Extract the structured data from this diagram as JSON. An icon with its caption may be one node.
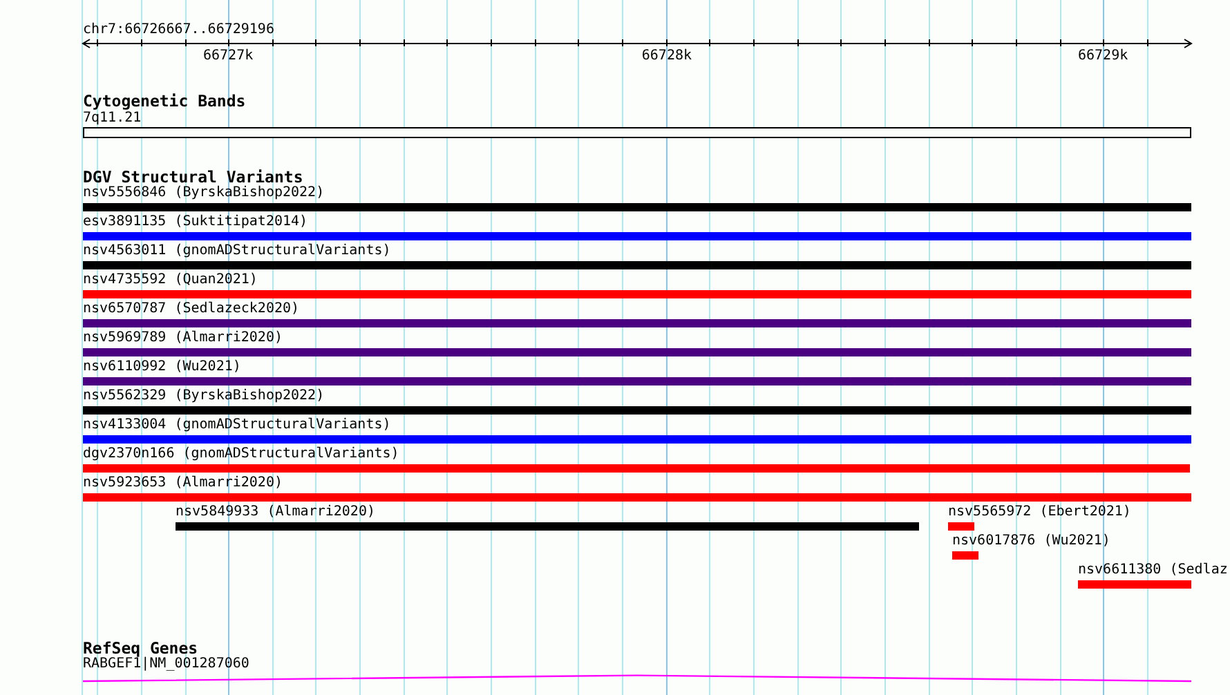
{
  "diagram": {
    "nodes": [
      {
        "text": [
          "7q11.21"
        ]
      },
      {
        "text": [
          "nsv5556846 (ByrskaBishop2022)"
        ]
      },
      {
        "text": [
          "esv3891135 (Suktitipat2014)"
        ]
      },
      {
        "text": [
          "nsv4563011 (gnomADStructuralVariants)"
        ]
      },
      {
        "text": [
          "nsv4735592 (Quan2021)"
        ]
      },
      {
        "text": [
          "nsv6570787 (Sedlazeck2020)"
        ]
      },
      {
        "text": [
          "nsv5969789 (Almarri2020)"
        ]
      },
      {
        "text": [
          "nsv6110992 (Wu2021)"
        ]
      },
      {
        "text": [
          "nsv5562329 (ByrskaBishop2022)"
        ]
      },
      {
        "text": [
          "nsv4133004 (gnomADStructuralVariants)"
        ]
      },
      {
        "text": [
          "dgv2370n166 (gnomADStructuralVariants)"
        ]
      },
      {
        "text": [
          "nsv5923653 (Almarri2020)"
        ]
      },
      {
        "text": [
          "nsv5849933 (Almarri2020)"
        ]
      },
      {
        "text": [
          "nsv5565972 (Ebert2021)"
        ]
      },
      {
        "text": [
          "nsv6017876 (Wu2021)"
        ]
      },
      {
        "text": [
          "nsv6611380 (Sedlaz"
        ]
      },
      {
        "text": [
          "RABGEF1|NM_001287060"
        ]
      }
    ],
    "labels": [
      "chr7:66726667..66729196",
      "66727k",
      "66728k",
      "66729k",
      "Cytogenetic Bands",
      "DGV Structural Variants",
      "RefSeq Genes"
    ]
  }
}
